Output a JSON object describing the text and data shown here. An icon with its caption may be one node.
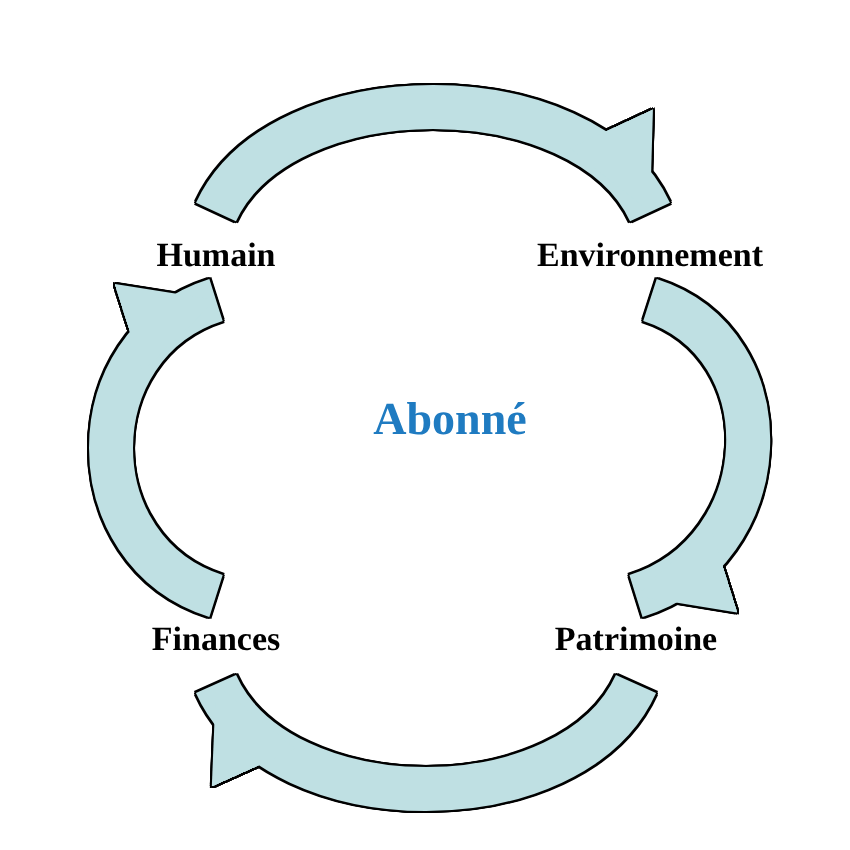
{
  "diagram": {
    "nodes": [
      {
        "text": [
          "Humain"
        ]
      },
      {
        "text": [
          "Environnement"
        ]
      },
      {
        "text": [
          "Patrimoine"
        ]
      },
      {
        "text": [
          "Finances"
        ]
      }
    ],
    "edges": [
      {
        "from": 0,
        "to": 1,
        "arrow": "to"
      },
      {
        "from": 1,
        "to": 2,
        "arrow": "to"
      },
      {
        "from": 2,
        "to": 3,
        "arrow": "to"
      },
      {
        "from": 3,
        "to": 0,
        "arrow": "to"
      }
    ],
    "labels": [
      "Abonné"
    ]
  }
}
